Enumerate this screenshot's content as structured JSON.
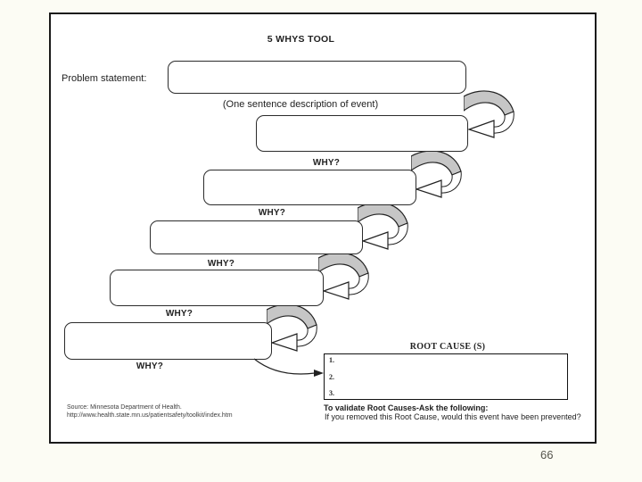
{
  "page": {
    "number": "66"
  },
  "slide": {
    "title": "5 WHYS TOOL",
    "problem": {
      "label": "Problem statement:",
      "caption": "(One sentence description of event)"
    },
    "why_labels": [
      "WHY?",
      "WHY?",
      "WHY?",
      "WHY?",
      "WHY?"
    ],
    "root_cause": {
      "title": "ROOT CAUSE (S)",
      "items": [
        "1.",
        "2.",
        "3."
      ],
      "validate_heading": "To validate Root Causes-Ask the following:",
      "validate_question": "If you removed this Root Cause, would this event have been prevented?"
    },
    "source": {
      "line1": "Source: Minnesota Department of Health.",
      "line2": "http://www.health.state.mn.us/patientsafety/toolkit/index.htm"
    }
  },
  "colors": {
    "arrow_fill": "#c6c6c6",
    "ink": "#222222",
    "page_background": "#fcfcf4",
    "page_number_color": "#55544c"
  }
}
